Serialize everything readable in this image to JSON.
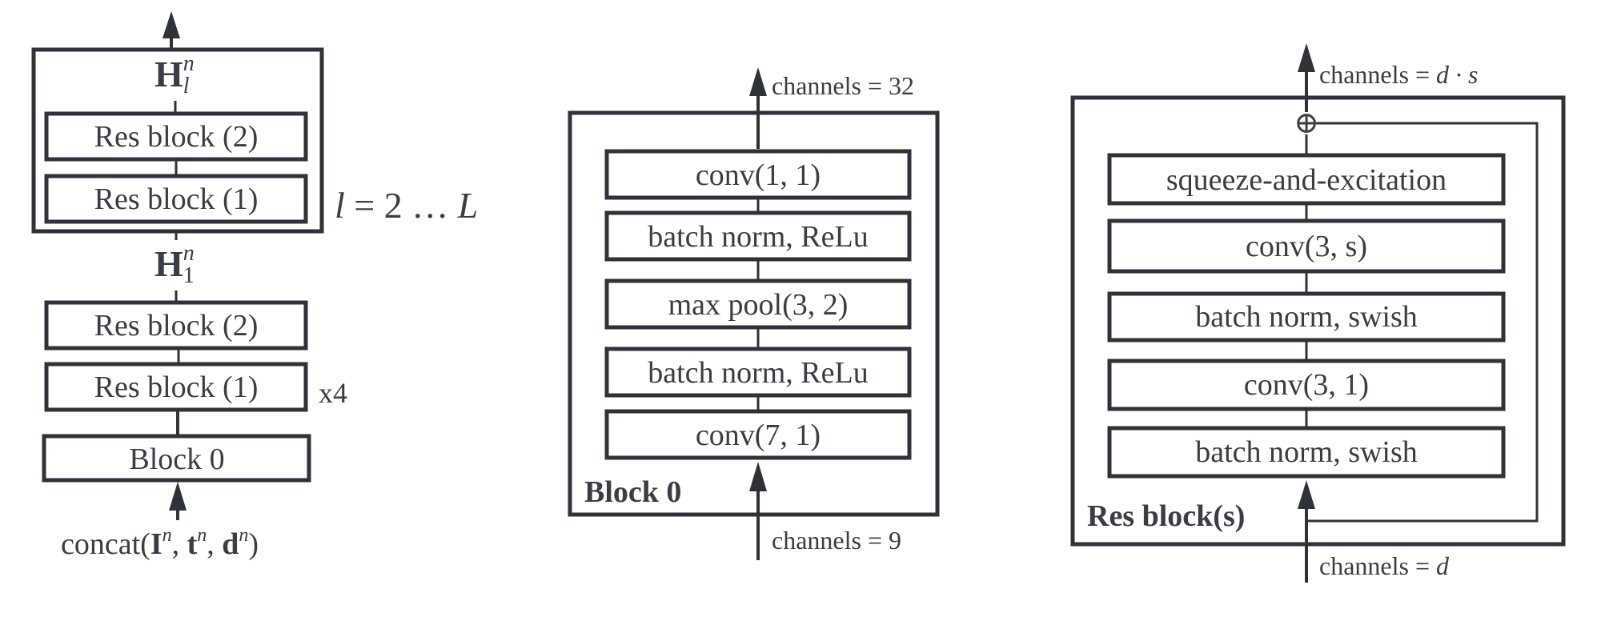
{
  "left_stack": {
    "output_label": {
      "base": "H",
      "sub": "l",
      "sup": "n"
    },
    "repeat_blocks": [
      "Res block (2)",
      "Res block (1)"
    ],
    "repeat_label": {
      "var": "l",
      "eq": " = 2 … ",
      "end": "L"
    },
    "mid_label": {
      "base": "H",
      "sub": "1",
      "sup": "n"
    },
    "first_blocks": [
      "Res block (2)",
      "Res block (1)"
    ],
    "repeat_count": "x4",
    "block0": "Block 0",
    "input_label": {
      "prefix": "concat(",
      "terms": [
        {
          "base": "I",
          "sup": "n",
          "sep": ", "
        },
        {
          "base": "t",
          "sup": "n",
          "sep": ", "
        },
        {
          "base": "d",
          "sup": "n",
          "sep": ""
        }
      ],
      "suffix": ")"
    }
  },
  "block0_detail": {
    "title": "Block 0",
    "layers": [
      "conv(1, 1)",
      "batch norm, ReLu",
      "max pool(3, 2)",
      "batch norm, ReLu",
      "conv(7, 1)"
    ],
    "output_channels": "channels = 32",
    "input_channels": "channels = 9"
  },
  "resblock_detail": {
    "title": "Res block(s)",
    "layers": [
      "squeeze-and-excitation",
      "conv(3, s)",
      "batch norm, swish",
      "conv(3, 1)",
      "batch norm, swish"
    ],
    "add_symbol": "⊕",
    "output_channels": {
      "prefix": "channels = ",
      "expr": "d · s"
    },
    "input_channels": {
      "prefix": "channels = ",
      "expr": "d"
    }
  }
}
